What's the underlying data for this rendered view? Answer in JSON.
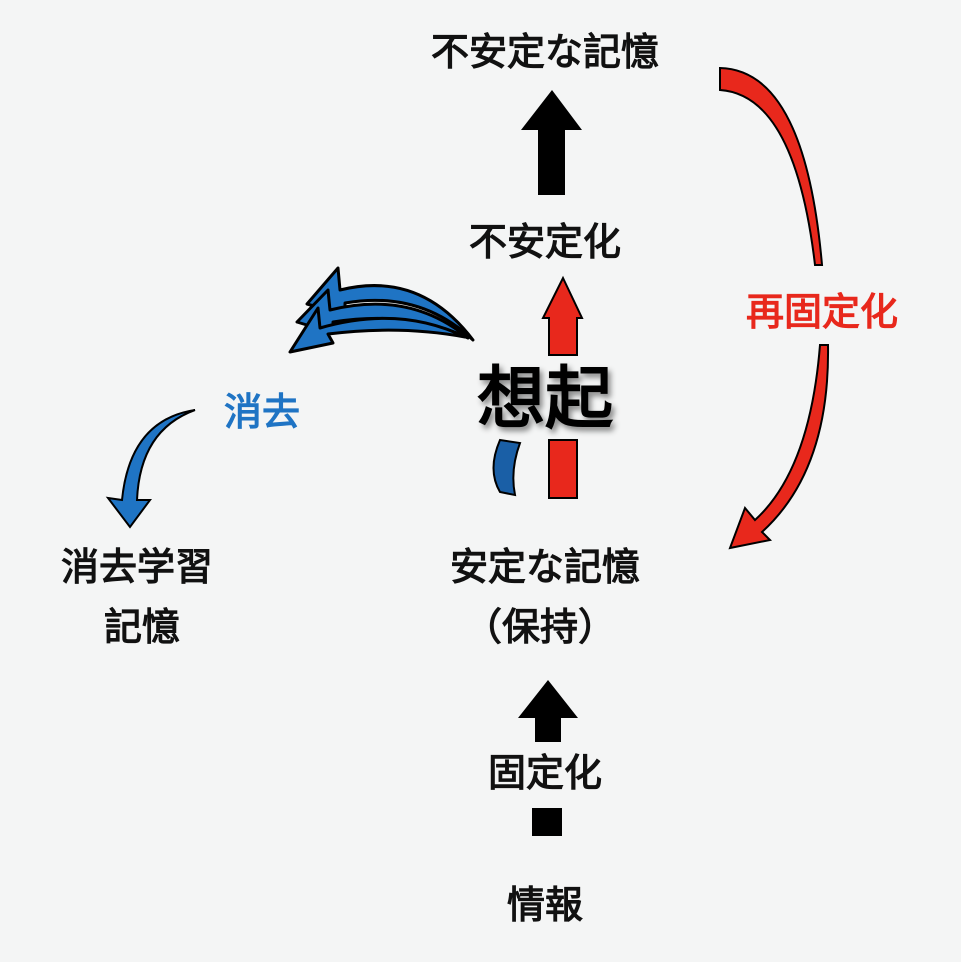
{
  "nodes": {
    "unstable_memory": "不安定な記憶",
    "destabilization": "不安定化",
    "recall": "想起",
    "extinction": "消去",
    "extinction_memory_line1": "消去学習",
    "extinction_memory_line2": "記憶",
    "stable_memory_line1": "安定な記憶",
    "stable_memory_line2": "（保持）",
    "consolidation": "固定化",
    "information": "情報",
    "reconsolidation": "再固定化"
  },
  "colors": {
    "red": "#e8281c",
    "blue": "#1f74c4",
    "black": "#000000",
    "background": "#f4f5f5"
  }
}
